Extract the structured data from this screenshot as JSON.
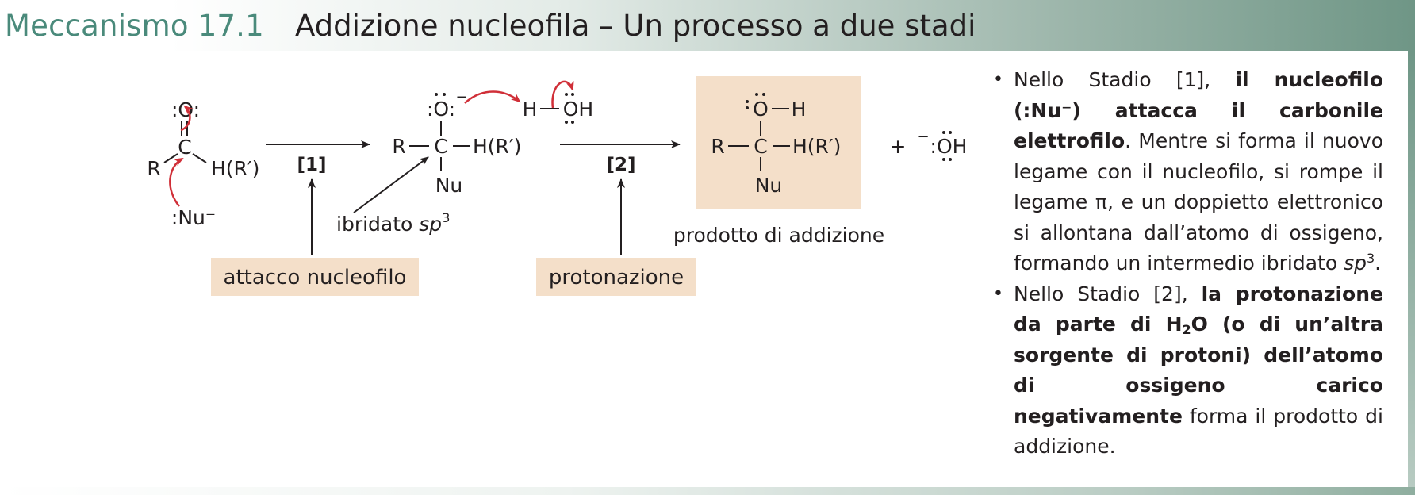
{
  "header": {
    "label": "Meccanismo 17.1",
    "title": "Addizione nucleofila – Un processo a due stadi"
  },
  "scheme": {
    "step1": {
      "number": "[1]",
      "box_label": "attacco nucleofilo"
    },
    "step2": {
      "number": "[2]",
      "box_label": "protonazione"
    },
    "intermediate_label": {
      "prefix": "ibridato ",
      "italic": "sp",
      "sup": "3"
    },
    "product_label": "prodotto di addizione",
    "plus_sign": "+",
    "reactant": {
      "oxygen": ":O:",
      "carbon": "C",
      "left_group": "R",
      "right_group": "H(R′)",
      "nucleophile": ":Nu⁻"
    },
    "intermediate": {
      "oxygen": ":O:",
      "charge": "−",
      "carbon": "C",
      "left_group": "R",
      "right_group": "H(R′)",
      "nu": "Nu",
      "water_h": "H",
      "water_oh": "OH"
    },
    "product": {
      "hydroxyl_o": "O",
      "hydroxyl_h": "H",
      "carbon": "C",
      "left_group": "R",
      "right_group": "H(R′)",
      "nu": "Nu"
    },
    "hydroxide": {
      "charge": "−",
      "formula": ":OH"
    },
    "colors": {
      "box": "#f4dfc9",
      "curved_arrow": "#d02f38",
      "header_label": "#4a8a7b"
    }
  },
  "notes": [
    {
      "segments": [
        {
          "t": "Nello Stadio [1], "
        },
        {
          "t": "il nucleofilo (:Nu⁻) attacca il carbonile elettrofilo",
          "b": true
        },
        {
          "t": ". Mentre si forma il nuovo legame con il nucleofilo, si rompe il legame π, e un doppietto elettronico si allontana dall’atomo di ossigeno, formando un intermedio ibridato "
        },
        {
          "t": "sp",
          "i": true
        },
        {
          "t": "3",
          "sup": true
        },
        {
          "t": "."
        }
      ]
    },
    {
      "segments": [
        {
          "t": "Nello Stadio [2], "
        },
        {
          "t": "la protonazione da parte di H",
          "b": true
        },
        {
          "t": "2",
          "b": true,
          "sub": true
        },
        {
          "t": "O (o di un’altra sorgente di protoni) dell’atomo di ossigeno carico negativamente",
          "b": true
        },
        {
          "t": " forma il prodotto di addizione."
        }
      ]
    }
  ]
}
